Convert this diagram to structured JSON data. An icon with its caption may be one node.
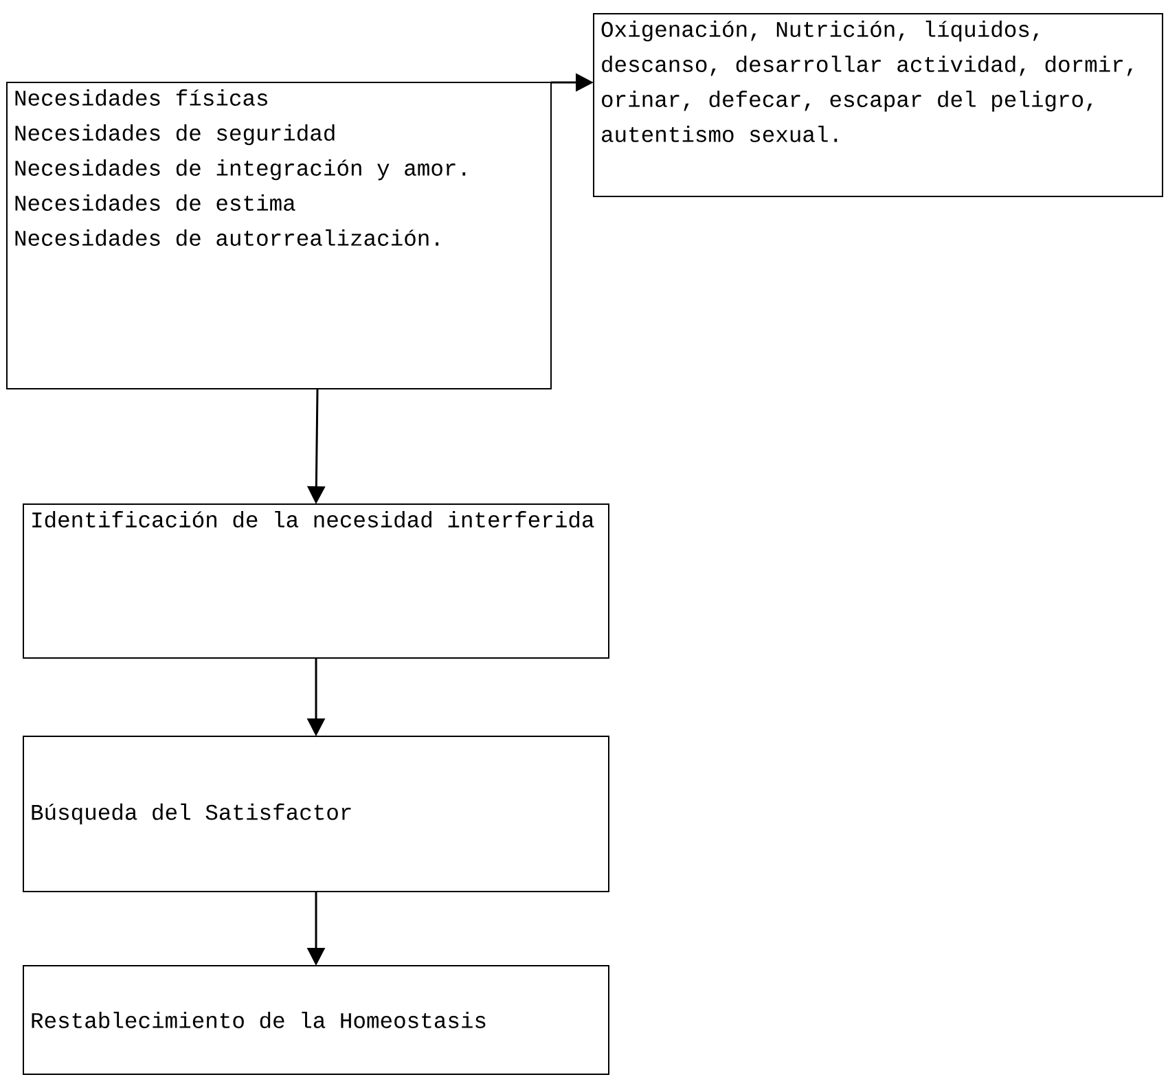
{
  "diagram": {
    "nodes": [
      {
        "text": [
          "Necesidades físicas",
          "Necesidades de seguridad",
          "Necesidades de integración y amor.",
          "Necesidades de estima",
          "Necesidades de autorrealización."
        ]
      },
      {
        "text": [
          "Oxigenación, Nutrición, líquidos, descanso, desarrollar actividad, dormir, orinar, defecar, escapar del peligro, autentismo sexual."
        ]
      },
      {
        "text": [
          "Identificación de la necesidad interferida"
        ]
      },
      {
        "text": [
          "Búsqueda del Satisfactor"
        ]
      },
      {
        "text": [
          "Restablecimiento de la Homeostasis"
        ]
      }
    ],
    "edges": [
      {
        "from": 0,
        "to": 1,
        "arrow": "to"
      },
      {
        "from": 0,
        "to": 2,
        "arrow": "to"
      },
      {
        "from": 2,
        "to": 3,
        "arrow": "to"
      },
      {
        "from": 3,
        "to": 4,
        "arrow": "to"
      }
    ]
  }
}
